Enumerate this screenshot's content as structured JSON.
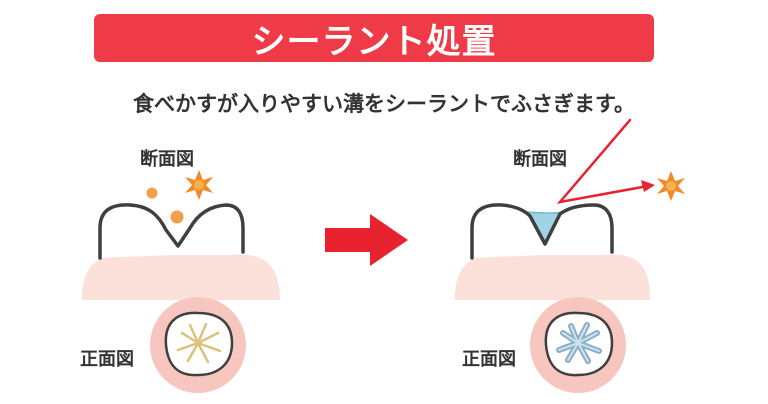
{
  "title": "シーラント処置",
  "subtitle": "食べかすが入りやすい溝をシーラントでふさぎます。",
  "before": {
    "section_label": "断面図",
    "front_label": "正面図"
  },
  "after": {
    "section_label": "断面図",
    "front_label": "正面図"
  },
  "colors": {
    "title_bg": "#ef3b48",
    "gum": "#f7c7bf",
    "gum_fill": "#fbe1da",
    "food": "#f0a04a",
    "spark": "#f08a2a",
    "sealant": "#9fd3e6",
    "arrow_red": "#e8222e",
    "fissure_before": "#d9c27a",
    "fissure_after": "#7fa7c6"
  }
}
